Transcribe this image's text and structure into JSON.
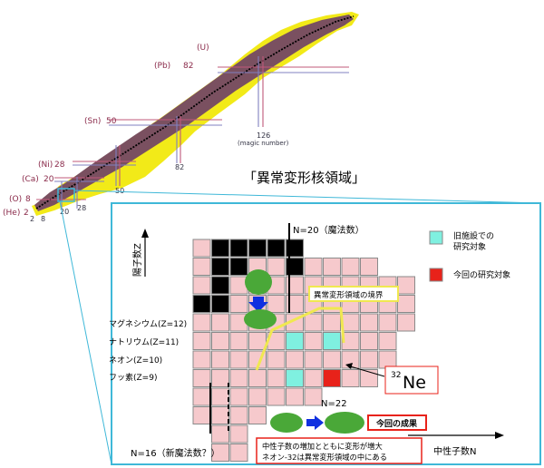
{
  "title": "「異常変形核領域」",
  "chart_labels": {
    "elements": [
      "(U)",
      "(Pb)",
      "(Sn)",
      "(Ni)",
      "(Ca)",
      "(O)",
      "(He)"
    ],
    "z_numbers": [
      "82",
      "50",
      "28",
      "20",
      "8",
      "2"
    ],
    "n_numbers": [
      "126",
      "82",
      "50",
      "28",
      "20",
      "8",
      "2"
    ],
    "magic": "(magic number)"
  },
  "detail": {
    "axis_z": "陽子数Z",
    "axis_n": "中性子数N",
    "n20": "N=20（魔法数）",
    "n22": "N=22",
    "n16": "N=16（新魔法数？）",
    "rows": [
      "マグネシウム(Z=12)",
      "ナトリウム(Z=11)",
      "ネオン(Z=10)",
      "フッ素(Z=9)"
    ],
    "legend_old": [
      "旧施設での",
      "研究対象"
    ],
    "legend_new": "今回の研究対象",
    "boundary": "異常変形領域の境界",
    "ne32_mass": "32",
    "ne32_sym": "Ne",
    "result": "今回の成果",
    "note": [
      "中性子数の増加とともに変形が増大",
      "ネオン-32は異常変形領域の中にある"
    ]
  },
  "colors": {
    "frame": "#3fb8d8",
    "cell": "#f6c9cc",
    "black": "#000000",
    "old": "#7ff0e0",
    "new": "#e8221a",
    "yellow": "#f2ea18",
    "mesh": "#7a5060",
    "green": "#4aa838",
    "boundary": "#f0e850"
  }
}
